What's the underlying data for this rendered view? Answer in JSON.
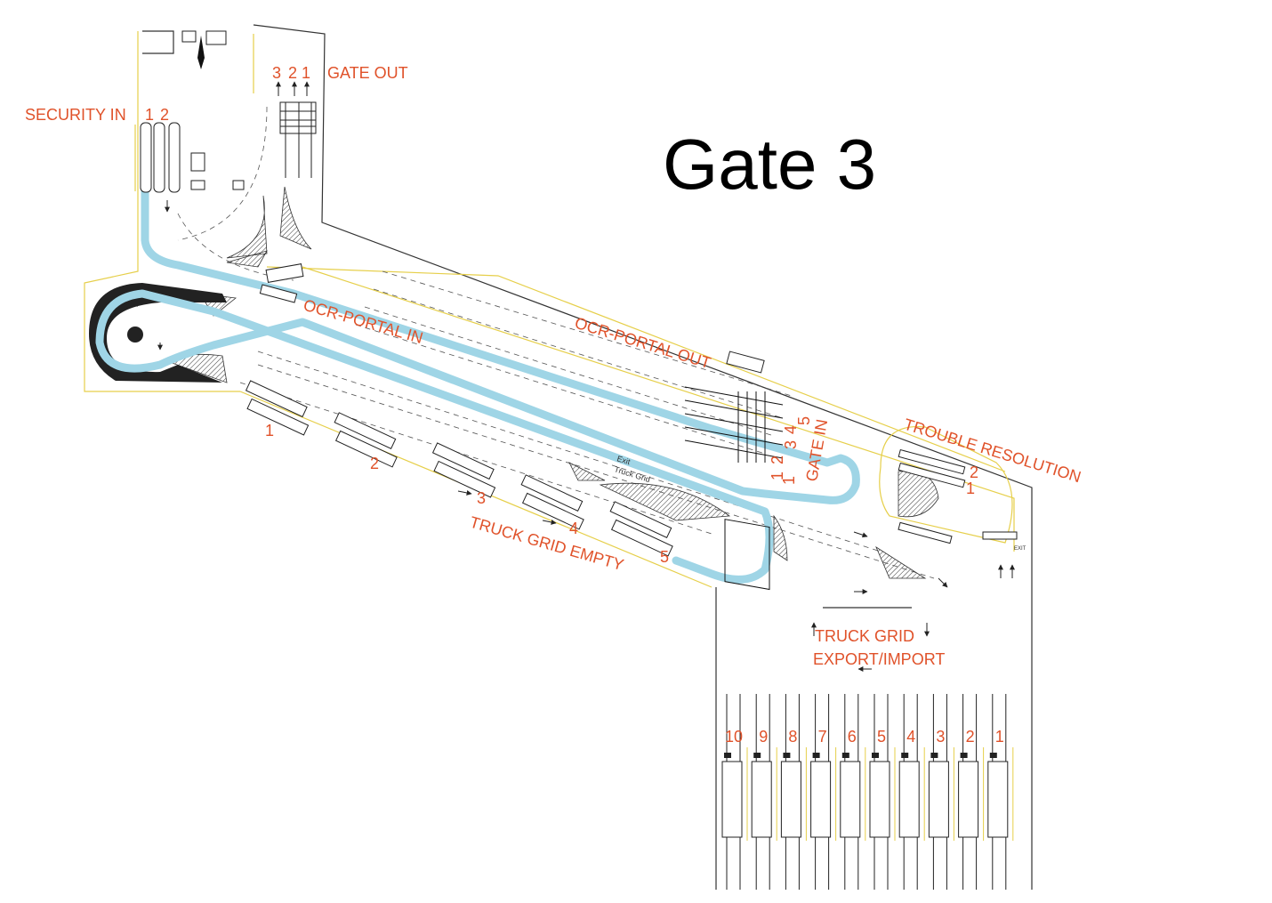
{
  "title": "Gate 3",
  "labels": {
    "security_in": "SECURITY IN",
    "gate_out": "GATE OUT",
    "ocr_portal_in": "OCR-PORTAL IN",
    "ocr_portal_out": "OCR-PORTAL OUT",
    "gate_in": "GATE IN",
    "trouble_resolution": "TROUBLE RESOLUTION",
    "truck_grid_empty": "TRUCK GRID EMPTY",
    "truck_grid_export_import_1": "TRUCK GRID",
    "truck_grid_export_import_2": "EXPORT/IMPORT",
    "exit_truck_grid_1": "Exit",
    "exit_truck_grid_2": "Truck  Grid",
    "exit_sign": "EXIT"
  },
  "lane_numbers": {
    "security_in": [
      "1",
      "2"
    ],
    "gate_out": [
      "3",
      "2",
      "1"
    ],
    "gate_in": [
      "1",
      "2",
      "3",
      "4",
      "5"
    ],
    "trouble_resolution": [
      "2",
      "1"
    ],
    "truck_grid_empty": [
      "1",
      "2",
      "3",
      "4",
      "5"
    ],
    "truck_grid_export_import": [
      "10",
      "9",
      "8",
      "7",
      "6",
      "5",
      "4",
      "3",
      "2",
      "1"
    ]
  },
  "icons": [
    "north-arrow-icon",
    "direction-arrow-icon"
  ],
  "colors": {
    "label": "#e0522a",
    "flow_path": "#9fd5e6",
    "boundary": "#e6cf4a",
    "lines": "#333333"
  }
}
